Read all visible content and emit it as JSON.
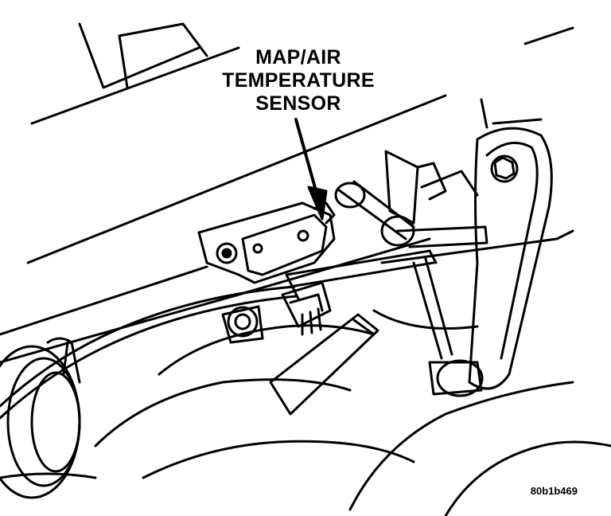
{
  "diagram": {
    "callout": {
      "line1": "MAP/AIR",
      "line2": "TEMPERATURE",
      "line3": "SENSOR"
    },
    "figure_id": "80b1b469",
    "ink_color": "#000000",
    "paper_color": "#ffffff"
  }
}
